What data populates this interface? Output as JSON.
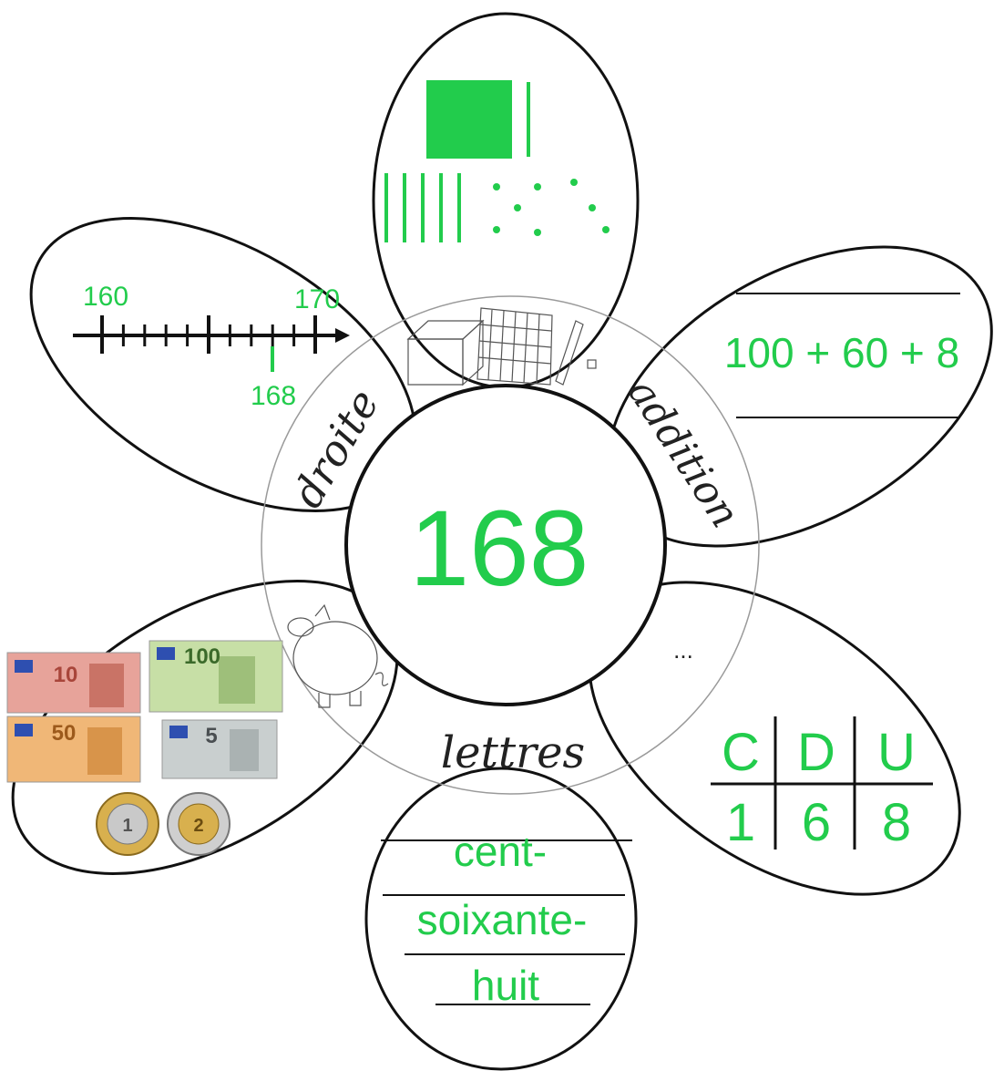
{
  "center": {
    "number": "168"
  },
  "ring_labels": {
    "droite": "droite",
    "addition": "addition",
    "lettres": "lettres",
    "other": "..."
  },
  "number_line": {
    "start": "160",
    "end": "170",
    "mark": "168"
  },
  "addition": {
    "expression": "100 + 60 + 8"
  },
  "words": {
    "line1": "cent-",
    "line2": "soixante-",
    "line3": "huit"
  },
  "place_value": {
    "headers": [
      "C",
      "D",
      "U"
    ],
    "digits": [
      "1",
      "6",
      "8"
    ]
  },
  "money": {
    "banknotes": [
      "10",
      "100",
      "50",
      "5"
    ],
    "coins": [
      "1",
      "2"
    ]
  },
  "blocks": {
    "hundreds": 1,
    "tens": 6,
    "ones": 8
  },
  "colors": {
    "accent": "#22cc4c",
    "outline": "#111111"
  }
}
